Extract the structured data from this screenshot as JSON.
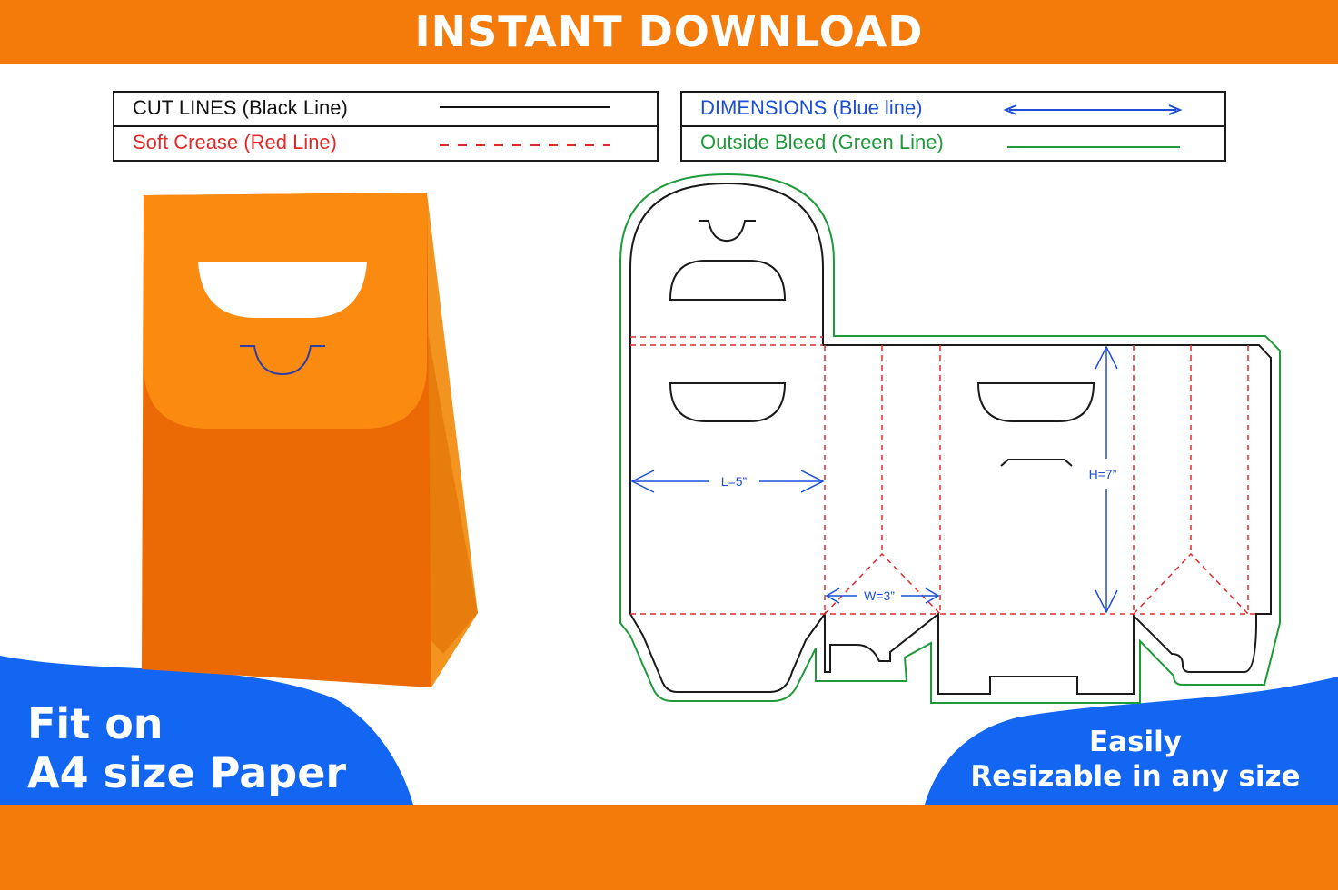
{
  "banner": {
    "title": "INSTANT DOWNLOAD"
  },
  "legend": {
    "cut": {
      "label": "CUT LINES (Black Line)",
      "color": "#1a1a1a"
    },
    "crease": {
      "label": "Soft Crease (Red Line)",
      "color": "#e02a2a"
    },
    "dimensions": {
      "label": "DIMENSIONS (Blue line)",
      "color": "#1c4fd6"
    },
    "bleed": {
      "label": "Outside Bleed (Green Line)",
      "color": "#1f9a3b"
    }
  },
  "dieline": {
    "length_label": "L=5”",
    "width_label": "W=3”",
    "height_label": "H=7”"
  },
  "badges": {
    "left_line1": "Fit on",
    "left_line2": "A4 size Paper",
    "right_line1": "Easily",
    "right_line2": "Resizable in any size"
  },
  "colors": {
    "orange": "#f47b09",
    "blue": "#1366f2",
    "bag_front": "#ec6a05",
    "bag_flap": "#fb8a10",
    "bag_side": "#f28c1a"
  }
}
